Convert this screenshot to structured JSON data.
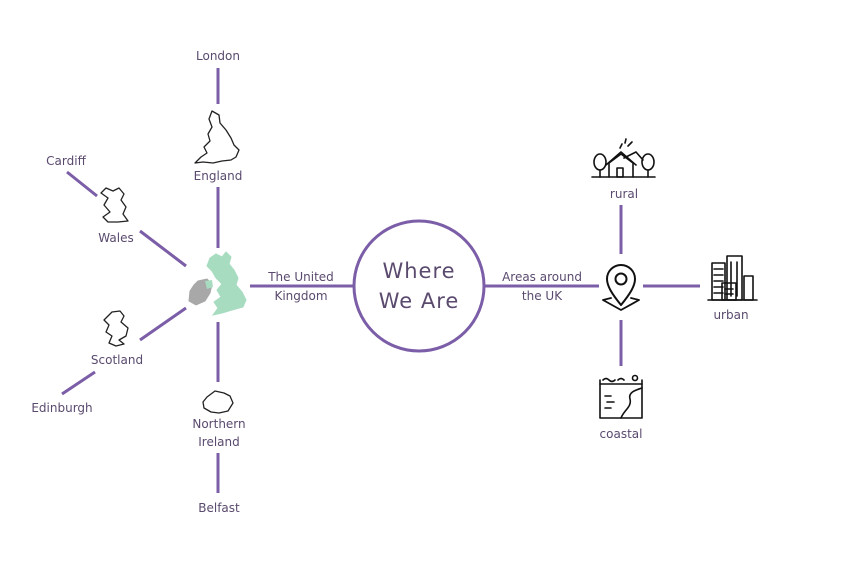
{
  "center": {
    "line1": "Where",
    "line2": "We Are"
  },
  "left_branch": {
    "line1": "The United",
    "line2": "Kingdom"
  },
  "right_branch": {
    "line1": "Areas around",
    "line2": "the UK"
  },
  "countries": {
    "england": "England",
    "wales": "Wales",
    "scotland": "Scotland",
    "northern_ireland": {
      "line1": "Northern",
      "line2": "Ireland"
    }
  },
  "capitals": {
    "london": "London",
    "cardiff": "Cardiff",
    "edinburgh": "Edinburgh",
    "belfast": "Belfast"
  },
  "areas": {
    "rural": "rural",
    "urban": "urban",
    "coastal": "coastal"
  },
  "colors": {
    "accent": "#7b5ea7",
    "text": "#5a4a6e",
    "uk_map_green": "#a8dcc0",
    "ireland_grey": "#a8a8a8"
  },
  "icons": [
    "england-map-icon",
    "wales-map-icon",
    "scotland-map-icon",
    "northern-ireland-map-icon",
    "uk-map-icon",
    "location-pin-icon",
    "rural-house-icon",
    "urban-buildings-icon",
    "coastal-icon"
  ]
}
